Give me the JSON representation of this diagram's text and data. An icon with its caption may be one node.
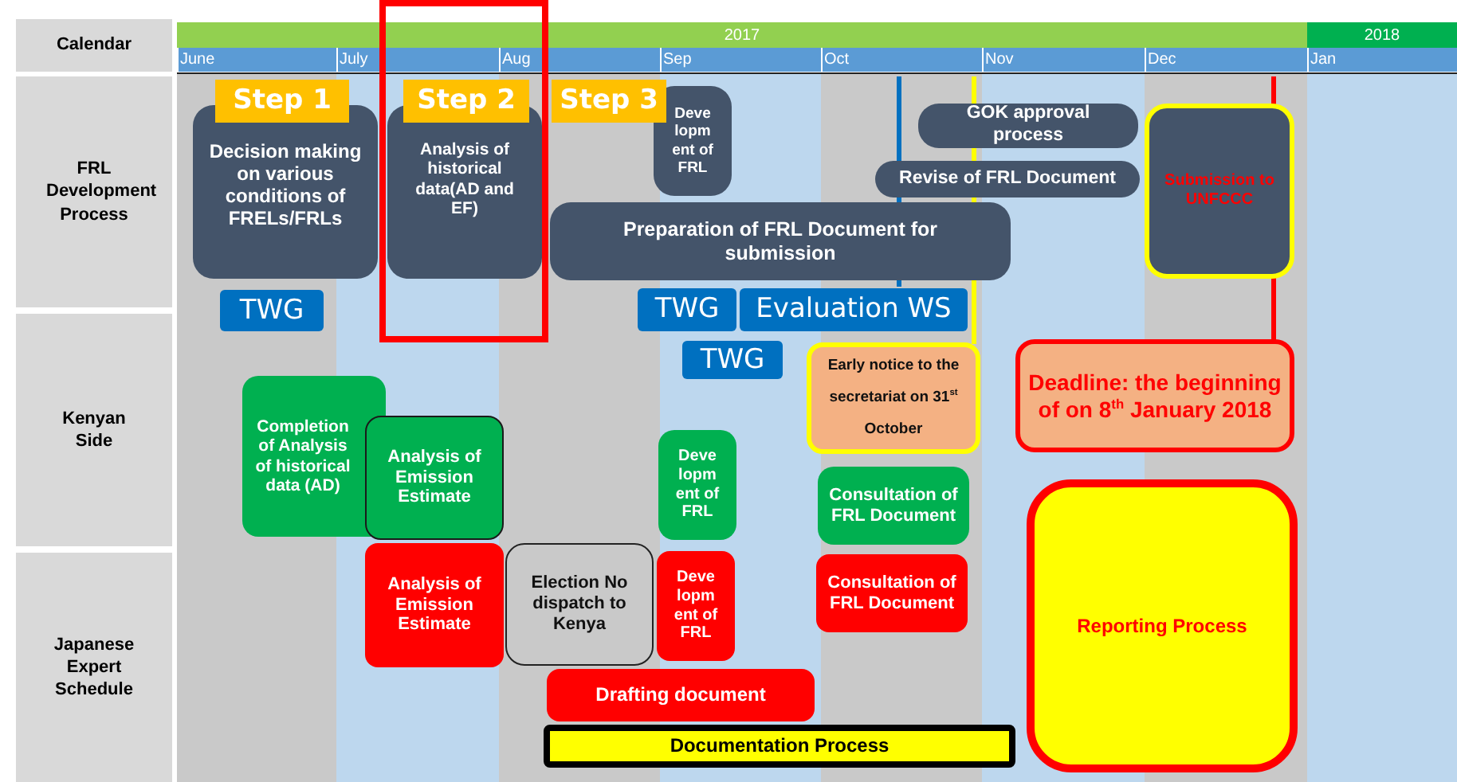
{
  "diagram": {
    "nodes": [
      {
        "text": [
          "Step 1"
        ]
      },
      {
        "text": [
          "Decision making on various conditions of FRELs/FRLs"
        ]
      },
      {
        "text": [
          "Step 2"
        ]
      },
      {
        "text": [
          "Analysis of historical data(AD and EF)"
        ]
      },
      {
        "text": [
          "Step 3"
        ]
      },
      {
        "text": [
          "Deve lopm ent of FRL"
        ]
      },
      {
        "text": [
          "GOK  approval process"
        ]
      },
      {
        "text": [
          "Revise of FRL Document"
        ]
      },
      {
        "text": [
          "Preparation of FRL Document for submission"
        ]
      },
      {
        "text": [
          "Submission to UNFCCC"
        ]
      },
      {
        "text": [
          "TWG"
        ]
      },
      {
        "text": [
          "TWG"
        ]
      },
      {
        "text": [
          "Evaluation WS"
        ]
      },
      {
        "text": [
          "TWG"
        ]
      },
      {
        "text": [
          "Early notice to the secretariat on 31$^{st}$ October"
        ]
      },
      {
        "text": [
          "Deadline: the beginning of on 8$^{th}$ January 2018"
        ]
      },
      {
        "text": [
          "Completion of Analysis of historical data (AD)"
        ]
      },
      {
        "text": [
          "Analysis of Emission Estimate"
        ]
      },
      {
        "text": [
          "Deve lopm ent of FRL"
        ]
      },
      {
        "text": [
          "Consultation of FRL Document"
        ]
      },
      {
        "text": [
          "Analysis of Emission Estimate"
        ]
      },
      {
        "text": [
          "Election No dispatch to Kenya"
        ]
      },
      {
        "text": [
          "Deve lopm ent of FRL"
        ]
      },
      {
        "text": [
          "Consultation of FRL Document"
        ]
      },
      {
        "text": [
          "Reporting Process"
        ]
      },
      {
        "text": [
          "Drafting document"
        ]
      },
      {
        "text": [
          "Documentation Process"
        ]
      }
    ],
    "labels": [
      "Calendar",
      "2017",
      "2018",
      "June",
      "July",
      "Aug",
      "Sep",
      "Oct",
      "Nov",
      "Dec",
      "Jan",
      "FRL Development Process",
      "Kenyan Side",
      "Japanese Expert Schedule"
    ]
  }
}
